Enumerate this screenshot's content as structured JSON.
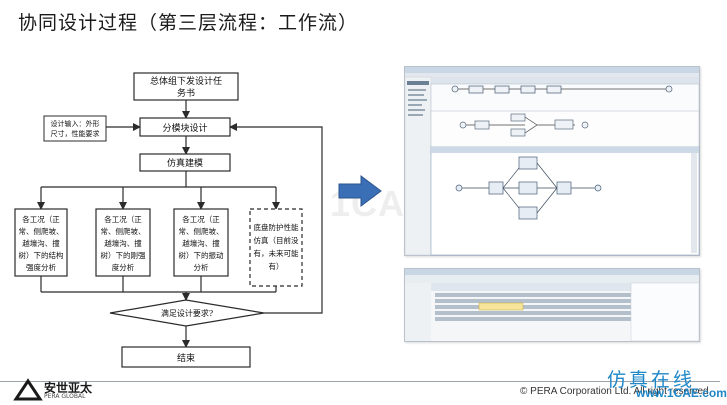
{
  "title": "协同设计过程（第三层流程：工作流）",
  "flowchart": {
    "start": [
      "总体组下发设计任",
      "务书"
    ],
    "input_note": [
      "设计输入：外形",
      "尺寸，性能要求"
    ],
    "module_design": "分模块设计",
    "simulation": "仿真建模",
    "branches": [
      [
        "各工况（正",
        "常、侧爬坡、",
        "越壕沟、撞",
        "树）下的结构",
        "强度分析"
      ],
      [
        "各工况（正",
        "常、侧爬坡、",
        "越壕沟、撞",
        "树）下的刚强",
        "度分析"
      ],
      [
        "各工况（正",
        "常、侧爬坡、",
        "越壕沟、撞",
        "树）下的振动",
        "分析"
      ],
      [
        "底盘防护性能",
        "仿真（目前没",
        "有，未来可能",
        "有）"
      ]
    ],
    "decision": "满足设计要求?",
    "end": "结束"
  },
  "watermark": "1CAE.COM",
  "footer": {
    "logo_name": "安世亚太",
    "logo_sub": "PERA GLOBAL",
    "copyright": "© PERA Corporation Ltd. All right reserved.",
    "brand_cn": "仿真在线",
    "brand_en": "www.1CAE.com"
  },
  "colors": {
    "arrow_blue": "#3a6fb5",
    "brand_blue": "#1e87c8",
    "line": "#2b2b2b"
  }
}
